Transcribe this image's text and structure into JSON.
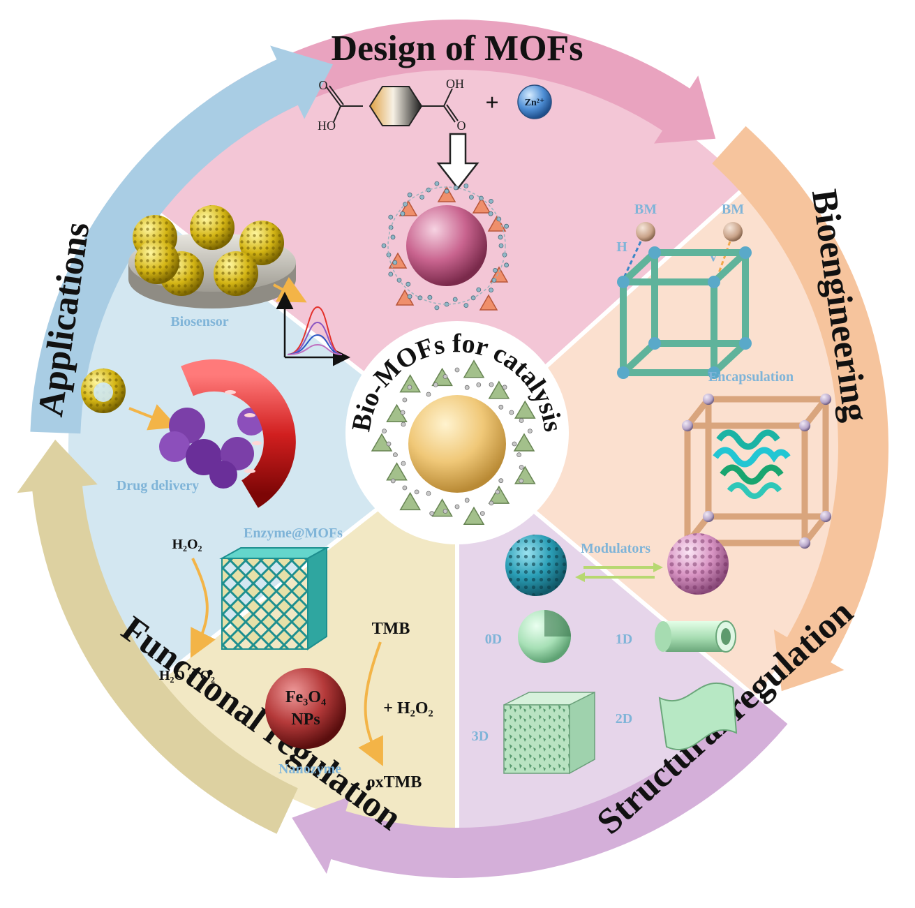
{
  "center": {
    "title": "Bio-MOFs for catalysis"
  },
  "sections": {
    "design": {
      "title": "Design of MOFs",
      "atoms": {
        "o_top": "O",
        "ho": "HO",
        "oh": "OH",
        "o_bottom": "O"
      },
      "plus": "+",
      "ion": "Zn²⁺"
    },
    "bioengineering": {
      "title": "Bioengineering",
      "bm_left": "BM",
      "bm_right": "BM",
      "h_label": "H",
      "v_label": "V",
      "encapsulation": "Encapsulation"
    },
    "structural": {
      "title": "Structural  regulation",
      "modulators": "Modulators",
      "d0": "0D",
      "d1": "1D",
      "d2": "2D",
      "d3": "3D"
    },
    "functional": {
      "title": "Functional regulation",
      "enzyme_mofs": "Enzyme@MOFs",
      "h2o2": "H₂O₂",
      "h2o_o2": "H₂O + O₂",
      "tmb": "TMB",
      "plus_h2o2": "+ H₂O₂",
      "fe3o4": "Fe₃O₄",
      "nps": "NPs",
      "nanozyme": "Nanozyme",
      "oxtmb": "oxTMB"
    },
    "applications": {
      "title": "Applications",
      "biosensor": "Biosensor",
      "drug_delivery": "Drug delivery"
    }
  },
  "colors": {
    "design": "#f3c6d6",
    "design_arrow": "#e9a3bf",
    "bioengineering": "#fbe0cf",
    "bioengineering_arrow": "#f6c49d",
    "structural": "#e6d5ea",
    "structural_arrow": "#d4afd9",
    "functional": "#f2e8c4",
    "functional_arrow": "#ddd1a1",
    "applications": "#d3e7f1",
    "applications_arrow": "#a9cde4"
  }
}
